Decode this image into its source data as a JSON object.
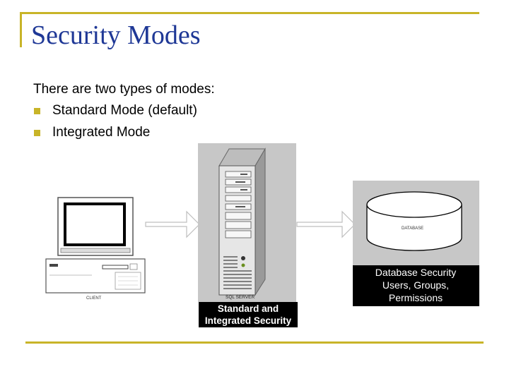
{
  "slide": {
    "title": "Security Modes",
    "intro": "There are two types of modes:",
    "bullets": [
      "Standard Mode (default)",
      "Integrated Mode"
    ],
    "accent_color": "#c8b428",
    "title_color": "#1f3896"
  },
  "diagram": {
    "client_label": "CLIENT",
    "server_label": "SQL SERVER",
    "server_caption": [
      "Standard and",
      "Integrated Security"
    ],
    "database_label": "DATABASE",
    "database_caption": [
      "Database Security",
      "Users, Groups,",
      "Permissions"
    ],
    "icons": [
      "client-computer-icon",
      "server-tower-icon",
      "database-cylinder-icon",
      "arrow-right-icon"
    ]
  }
}
